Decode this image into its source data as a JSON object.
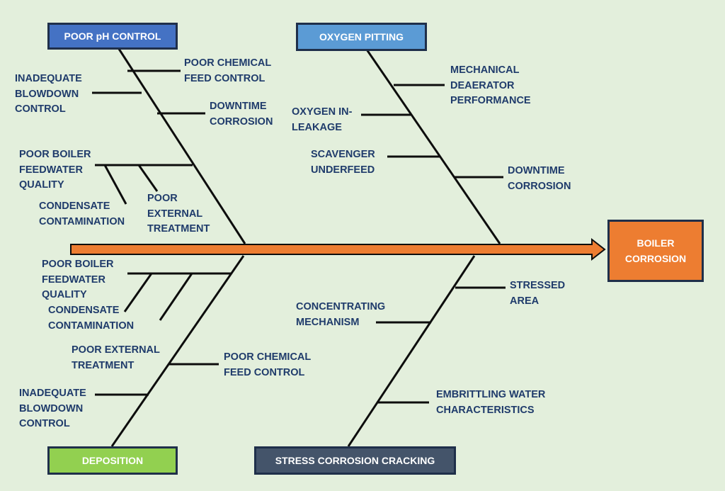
{
  "effect": {
    "label": "BOILER\nCORROSION",
    "color": "#ed7d31"
  },
  "categories": {
    "poor_ph": {
      "label": "POOR pH CONTROL",
      "color": "#4472c4"
    },
    "oxygen": {
      "label": "OXYGEN PITTING",
      "color": "#5b9bd5"
    },
    "deposition": {
      "label": "DEPOSITION",
      "color": "#92d050"
    },
    "scc": {
      "label": "STRESS CORROSION CRACKING",
      "color": "#44546a"
    }
  },
  "causes": {
    "poor_ph": [
      "POOR CHEMICAL\nFEED CONTROL",
      "INADEQUATE\nBLOWDOWN\nCONTROL",
      "DOWNTIME\nCORROSION",
      "POOR BOILER\nFEEDWATER\nQUALITY",
      "CONDENSATE\nCONTAMINATION",
      "POOR\nEXTERNAL\nTREATMENT"
    ],
    "oxygen": [
      "MECHANICAL\nDEAERATOR\nPERFORMANCE",
      "OXYGEN IN-\nLEAKAGE",
      "SCAVENGER\nUNDERFEED",
      "DOWNTIME\nCORROSION"
    ],
    "deposition": [
      "POOR BOILER\nFEEDWATER\nQUALITY",
      "CONDENSATE\nCONTAMINATION",
      "POOR EXTERNAL\nTREATMENT",
      "POOR CHEMICAL\nFEED CONTROL",
      "INADEQUATE\nBLOWDOWN\nCONTROL"
    ],
    "scc": [
      "STRESSED\nAREA",
      "CONCENTRATING\nMECHANISM",
      "EMBRITTLING WATER\nCHARACTERISTICS"
    ]
  },
  "colors": {
    "line": "#0d0d0d",
    "text": "#1f3b6b",
    "spine": "#ed7d31"
  }
}
